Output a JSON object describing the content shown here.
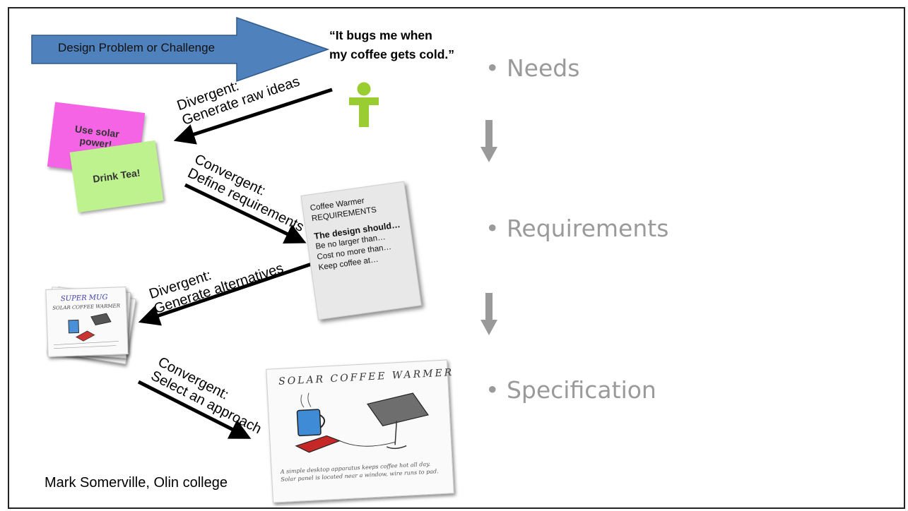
{
  "banner": {
    "label": "Design Problem or Challenge"
  },
  "quote": {
    "line1": "“It bugs me when",
    "line2": "my coffee gets cold.”"
  },
  "stages": [
    {
      "label": "Needs"
    },
    {
      "label": "Requirements"
    },
    {
      "label": "Specification"
    }
  ],
  "steps": [
    {
      "mode": "Divergent:",
      "action": "Generate raw ideas"
    },
    {
      "mode": "Convergent:",
      "action": "Define requirements"
    },
    {
      "mode": "Divergent:",
      "action": "Generate alternatives"
    },
    {
      "mode": "Convergent:",
      "action": "Select an approach"
    }
  ],
  "notes": {
    "pink": "Use solar\npower!",
    "green": "Drink Tea!"
  },
  "requirements_card": {
    "title1": "Coffee Warmer",
    "title2": "REQUIREMENTS",
    "heading": "The design should…",
    "items": [
      "Be no larger than…",
      "Cost no more than…",
      "Keep coffee at…"
    ]
  },
  "sketch_small": {
    "title": "SUPER MUG",
    "subtitle": "SOLAR COFFEE WARMER"
  },
  "sketch_large": {
    "title": "SOLAR COFFEE WARMER",
    "caption1": "A simple desktop apparatus keeps coffee hot all day.",
    "caption2": "Solar panel is located near a window, wire runs to pad."
  },
  "credit": "Mark Somerville, Olin college",
  "colors": {
    "banner": "#4f81bd",
    "person": "#9acd32",
    "bullet": "#9a9a9a",
    "pink_note": "#f564e4",
    "green_note": "#bdf28e"
  }
}
